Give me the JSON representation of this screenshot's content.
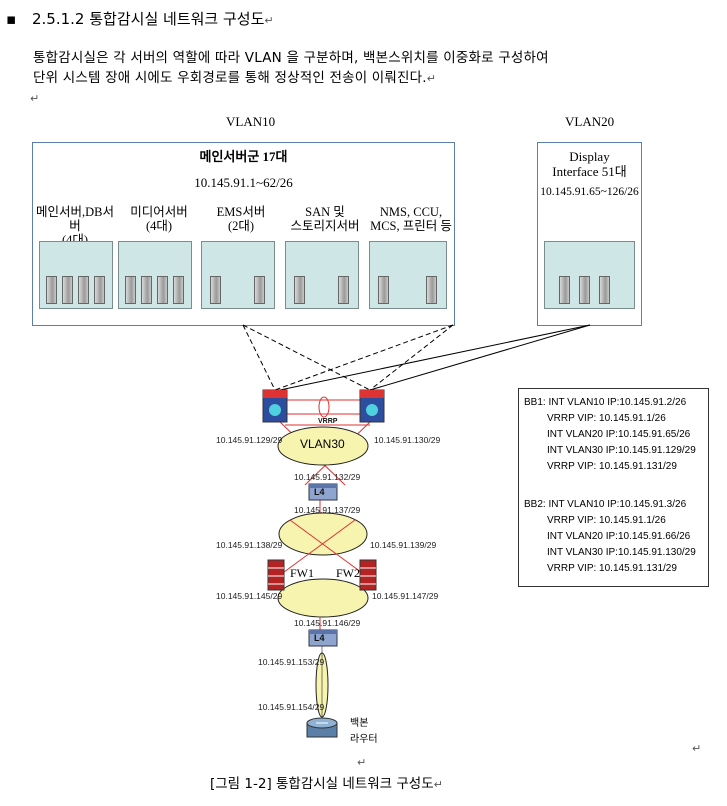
{
  "heading": {
    "bullet": "▪",
    "text": "2.5.1.2 통합감시실 네트워크 구성도"
  },
  "paragraph": {
    "line1": "통합감시실은 각 서버의 역할에 따라 VLAN 을 구분하며, 백본스위치를 이중화로 구성하여",
    "line2": "단위 시스템 장애 시에도 우회경로를 통해 정상적인 전송이 이뤄진다."
  },
  "return_mark": "↵",
  "diagram": {
    "vlan10": {
      "title": "VLAN10",
      "header1": "메인서버군 17대",
      "header2": "10.145.91.1~62/26",
      "groups": [
        {
          "line1": "메인서버,DB서버",
          "line2": "(4대)"
        },
        {
          "line1": "미디어서버",
          "line2": "(4대)"
        },
        {
          "line1": "EMS서버",
          "line2": "(2대)"
        },
        {
          "line1": "SAN 및",
          "line2": "스토리지서버"
        },
        {
          "line1": "NMS, CCU,",
          "line2": "MCS, 프린터 등"
        }
      ]
    },
    "vlan20": {
      "title": "VLAN20",
      "line1": "Display",
      "line2": "Interface 51대",
      "line3": "10.145.91.65~126/26"
    },
    "vrrp_label": "VRRP",
    "vlan30_label": "VLAN30",
    "l4_label": "L4",
    "fw1_label": "FW1",
    "fw2_label": "FW2",
    "router_label1": "백본",
    "router_label2": "라우터",
    "ips": {
      "bb1": "10.145.91.129/29",
      "bb2": "10.145.91.130/29",
      "l4a_up": "10.145.91.132/29",
      "l4a_down": "10.145.91.137/29",
      "fw1_up": "10.145.91.138/29",
      "fw2_up": "10.145.91.139/29",
      "fw1_down": "10.145.91.145/29",
      "fw2_down": "10.145.91.147/29",
      "l4b_up": "10.145.91.146/29",
      "l4b_down": "10.145.91.153/29",
      "router": "10.145.91.154/29"
    }
  },
  "infobox": {
    "lines": [
      "BB1: INT VLAN10 IP:10.145.91.2/26",
      "VRRP VIP: 10.145.91.1/26",
      "INT VLAN20 IP:10.145.91.65/26",
      "INT VLAN30 IP:10.145.91.129/29",
      "VRRP VIP: 10.145.91.131/29",
      "BB2: INT VLAN10 IP:10.145.91.3/26",
      "VRRP VIP: 10.145.91.1/26",
      "INT VLAN20 IP:10.145.91.66/26",
      "INT VLAN30 IP:10.145.91.130/29",
      "VRRP VIP: 10.145.91.131/29"
    ]
  },
  "caption": "[그림 1-2] 통합감시실 네트워크 구성도"
}
